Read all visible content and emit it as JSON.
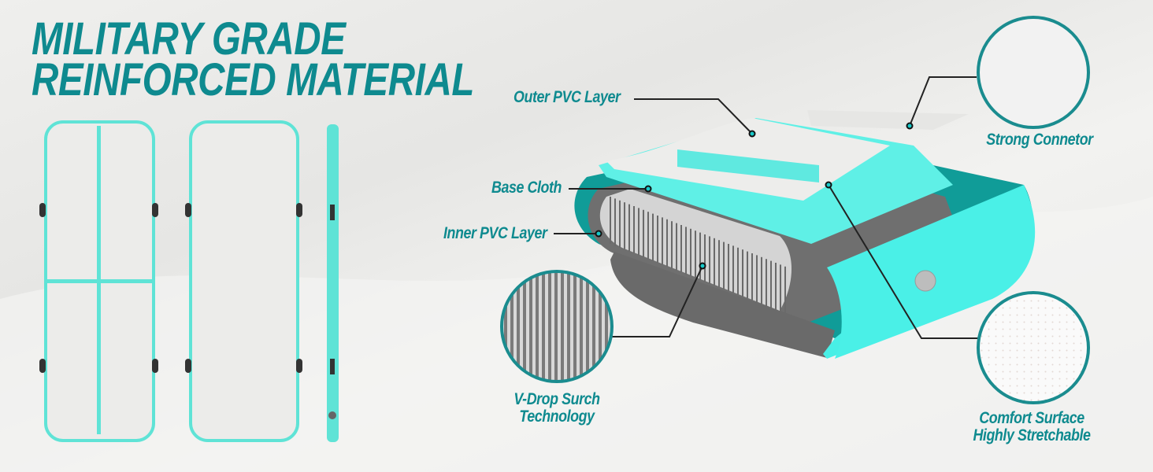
{
  "title": {
    "line1": "MILITARY GRADE",
    "line2": "REINFORCED MATERIAL"
  },
  "callouts": {
    "outer_pvc": "Outer PVC Layer",
    "base_cloth": "Base Cloth",
    "inner_pvc": "Inner PVC Layer",
    "strong_connector": "Strong Connetor",
    "vdrop_line1": "V-Drop Surch",
    "vdrop_line2": "Technology",
    "comfort_line1": "Comfort Surface",
    "comfort_line2": "Highly Stretchable"
  },
  "colors": {
    "accent": "#0e8a8f",
    "mint": "#4ff0e6",
    "grey": "#7a7a7a"
  }
}
